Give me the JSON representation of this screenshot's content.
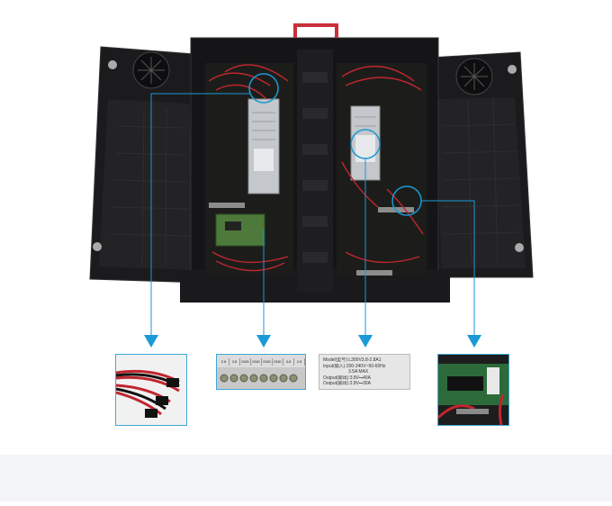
{
  "photo": {
    "subject": "LED display cabinet, rear view with side doors open",
    "accent_color": "#1a9ad6"
  },
  "psu_label": {
    "lines": [
      "Model(型号):L300V3.8-2.8A1",
      "Input(输入):200-240V~50-60Hz",
      "3.5A MAX",
      "Output(输出):3.8V⎓40A",
      "Output(输出):2.8V⎓30A"
    ]
  },
  "terminal_block": {
    "pins": [
      "2.8",
      "3.8",
      "GND",
      "GND",
      "GND",
      "GND",
      "3.8",
      "2.8"
    ]
  },
  "callouts": [
    {
      "name": "power-cable-connectors"
    },
    {
      "name": "psu-terminal-block"
    },
    {
      "name": "psu-spec-label"
    },
    {
      "name": "receiving-card-connector"
    }
  ]
}
